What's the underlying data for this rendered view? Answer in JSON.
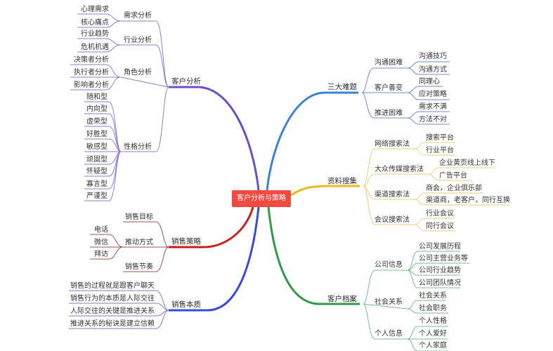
{
  "root": {
    "label": "客户分析与策略",
    "color": "#f24a3e"
  },
  "branches": {
    "customer_analysis": {
      "label": "客户分析",
      "color": "#6a4fc8",
      "children": [
        {
          "label": "需求分析",
          "children": [
            "心理需求",
            "核心痛点"
          ]
        },
        {
          "label": "行业分析",
          "children": [
            "行业趋势",
            "危机机遇"
          ]
        },
        {
          "label": "角色分析",
          "children": [
            "决策者分析",
            "执行者分析",
            "影响者分析"
          ]
        },
        {
          "label": "性格分析",
          "children": [
            "随和型",
            "内向型",
            "虚荣型",
            "好胜型",
            "敏感型",
            "顽固型",
            "怀疑型",
            "寡言型",
            "严谨型"
          ]
        }
      ]
    },
    "sales_strategy": {
      "label": "销售策略",
      "color": "#c81e1e",
      "children": [
        {
          "label": "销售目标",
          "children": []
        },
        {
          "label": "推动方式",
          "children": [
            "电话",
            "微信",
            "拜访"
          ]
        },
        {
          "label": "销售节奏",
          "children": []
        }
      ]
    },
    "sales_essence": {
      "label": "销售本质",
      "color": "#3a4ad8",
      "children": [
        {
          "label": "销售的过程就是跟客户聊天"
        },
        {
          "label": "销售行为的本质是人际交往"
        },
        {
          "label": "人际交往的关键是推进关系"
        },
        {
          "label": "推进关系的秘诀是建立信赖"
        }
      ]
    },
    "three_difficulties": {
      "label": "三大难题",
      "color": "#3b82d6",
      "children": [
        {
          "label": "沟通困难",
          "children": [
            "沟通技巧",
            "沟通方式"
          ]
        },
        {
          "label": "客户善变",
          "children": [
            "同理心",
            "应对策略"
          ]
        },
        {
          "label": "推进困难",
          "children": [
            "需求不满",
            "方法不对"
          ]
        }
      ]
    },
    "data_collection": {
      "label": "资料搜集",
      "color": "#e8b820",
      "children": [
        {
          "label": "网络搜索法",
          "children": [
            "搜索平台",
            "行业平台"
          ]
        },
        {
          "label": "大众传媒搜索法",
          "children": [
            "企业黄页线上线下",
            "广告平台"
          ]
        },
        {
          "label": "渠道搜索法",
          "children": [
            "商会，企业俱乐部",
            "渠道商，老客户，同行互换"
          ]
        },
        {
          "label": "会议搜索法",
          "children": [
            "行业会议",
            "同行会议"
          ]
        }
      ]
    },
    "customer_file": {
      "label": "客户档案",
      "color": "#2e9a48",
      "children": [
        {
          "label": "公司信息",
          "children": [
            "公司发展历程",
            "公司主营业务等",
            "公司行业趋势",
            "公司团队情况"
          ]
        },
        {
          "label": "社会关系",
          "children": [
            "社会关系",
            "社会职务"
          ]
        },
        {
          "label": "个人信息",
          "children": [
            "个人性格",
            "个人爱好",
            "个人家庭"
          ]
        }
      ]
    }
  }
}
